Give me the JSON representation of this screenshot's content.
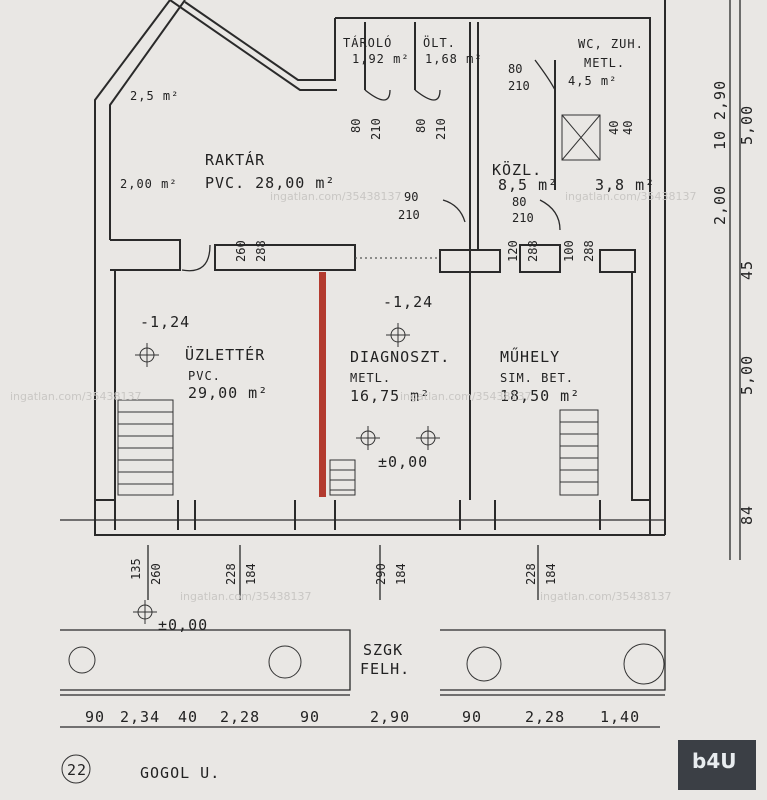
{
  "rooms": {
    "tarolo": {
      "name": "TÁROLÓ",
      "area": "1,92 m²"
    },
    "olt": {
      "name": "ÖLT.",
      "area": "1,68 m²"
    },
    "wc": {
      "name": "WC, ZUH.",
      "finish": "METL.",
      "area": "4,5 m²"
    },
    "raktar": {
      "name": "RAKTÁR",
      "area": "PVC. 28,00 m²"
    },
    "kozl": {
      "name": "KÖZL.",
      "area": "8,5 m²"
    },
    "side": {
      "area": "3,8 m²"
    },
    "uzletter": {
      "name": "ÜZLETTÉR",
      "finish": "PVC.",
      "area": "29,00 m²"
    },
    "diagnoszt": {
      "name": "DIAGNOSZT.",
      "finish": "METL.",
      "area": "16,75 m²"
    },
    "muhely": {
      "name": "MŰHELY",
      "finish": "SIM. BET.",
      "area": "18,50 m²"
    },
    "kitchen": {
      "area_a": "2,5 m²",
      "area_b": "2,00 m²"
    }
  },
  "levels": {
    "uzletter": "-1,24",
    "diagnoszt": "-1,24",
    "diag_floor": "±0,00",
    "street": "±0,00"
  },
  "door_dims": {
    "d1": [
      "80",
      "210"
    ],
    "d2": [
      "80",
      "210"
    ],
    "d3": [
      "80",
      "210"
    ],
    "d4": [
      "90",
      "210"
    ],
    "d5": [
      "80",
      "210"
    ],
    "d6": [
      "40",
      "40"
    ],
    "o1": [
      "260",
      "288"
    ],
    "o2": [
      "120",
      "288"
    ],
    "o3": [
      "100",
      "288"
    ]
  },
  "window_dims": {
    "w1": [
      "135",
      "260"
    ],
    "w2": [
      "228",
      "184"
    ],
    "w3": [
      "290",
      "184"
    ],
    "w4": [
      "228",
      "184"
    ]
  },
  "right_dims": [
    "2,90",
    "10",
    "5,00",
    "2,00",
    "45",
    "5,00",
    "84"
  ],
  "bottom_dims": [
    "90",
    "2,34",
    "40",
    "2,28",
    "90",
    "2,90",
    "90",
    "2,28",
    "1,40"
  ],
  "sidewalk": {
    "line1": "SZGK",
    "line2": "FELH."
  },
  "street": {
    "number": "22",
    "name": "GOGOL U."
  },
  "watermark": "ingatlan.com/35438137",
  "logo": "b4U"
}
